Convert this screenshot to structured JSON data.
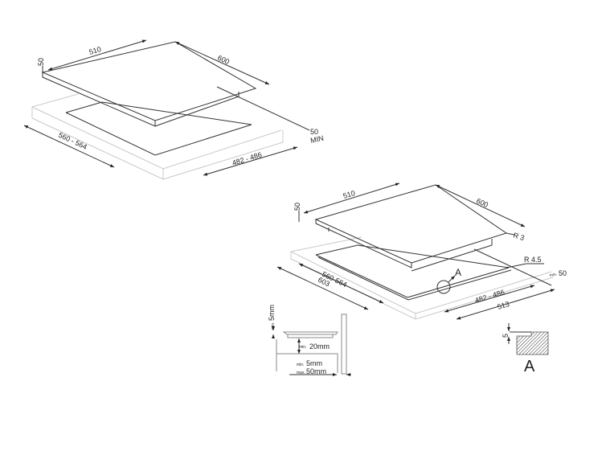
{
  "top_view": {
    "width": "510",
    "depth": "600",
    "height": "50",
    "cutout_depth": "560 - 564",
    "cutout_width": "482 - 486",
    "min_distance_value": "50",
    "min_distance_label": "MIN"
  },
  "bottom_view": {
    "width": "510",
    "depth": "600",
    "height": "50",
    "corner_radius": "R 3",
    "cutout_radius": "R 4.5",
    "min_distance_prefix": "min.",
    "min_distance_value": "50",
    "recess_depth": "560-564",
    "recess_outer_depth": "603",
    "cutout_width": "482 - 486",
    "recess_outer_width": "513",
    "detail_marker": "A"
  },
  "section": {
    "top_gap_prefix": "min.",
    "top_gap": "5mm",
    "below_prefix": "min.",
    "below": "20mm",
    "side_min_prefix": "min.",
    "side_min": "5mm",
    "side_max_prefix": "max.",
    "side_max": "50mm"
  },
  "detail": {
    "label": "A",
    "depth": "5"
  }
}
